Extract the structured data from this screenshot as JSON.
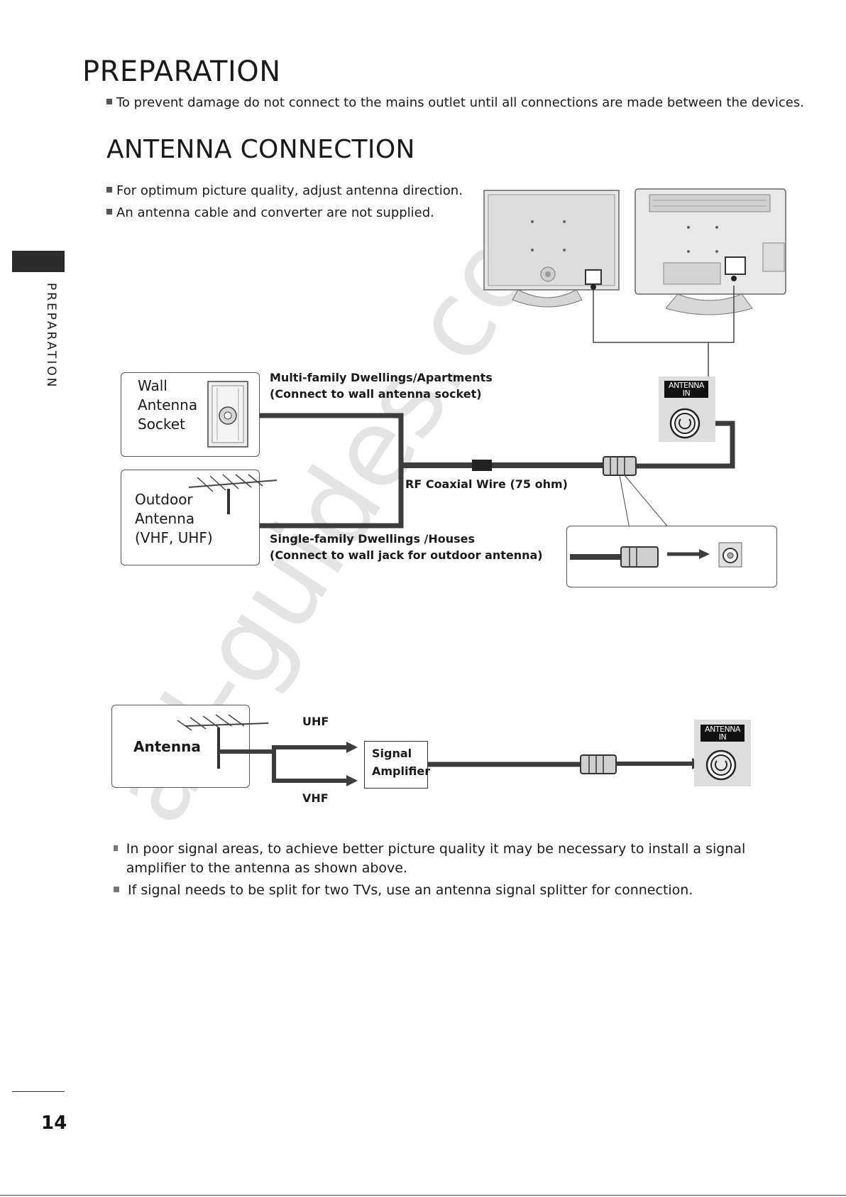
{
  "page": {
    "title": "PREPARATION",
    "intro_note": "To prevent damage do not connect to the mains outlet until all connections are made between the devices.",
    "side_label": "PREPARATION",
    "page_number": "14"
  },
  "section": {
    "title": "ANTENNA CONNECTION",
    "notes": [
      "For optimum picture quality, adjust antenna direction.",
      "An antenna cable and converter are not supplied."
    ]
  },
  "diagram1": {
    "wall_socket_label": [
      "Wall",
      "Antenna",
      "Socket"
    ],
    "outdoor_antenna_label": [
      "Outdoor",
      "Antenna",
      "(VHF, UHF)"
    ],
    "multi_family_label": [
      "Multi-family Dwellings/Apartments",
      "(Connect to wall antenna socket)"
    ],
    "single_family_label": [
      "Single-family Dwellings /Houses",
      "(Connect to wall jack for outdoor antenna)"
    ],
    "cable_label": "RF Coaxial Wire (75 ohm)",
    "port_label": [
      "ANTENNA",
      "IN"
    ]
  },
  "diagram2": {
    "antenna_label": "Antenna",
    "uhf_label": "UHF",
    "vhf_label": "VHF",
    "amplifier_label": [
      "Signal",
      "Amplifier"
    ],
    "port_label": [
      "ANTENNA",
      "IN"
    ]
  },
  "bottom_notes": [
    "In poor signal areas, to achieve better picture quality it may be necessary to install a signal amplifier to the antenna as shown above.",
    "If signal needs to be split for two TVs, use an antenna signal splitter for connection."
  ],
  "watermark": "all-guides.com",
  "colors": {
    "cable": "#3c3c3c",
    "panel": "#dddddd",
    "watermark": "#e6e6e6"
  }
}
